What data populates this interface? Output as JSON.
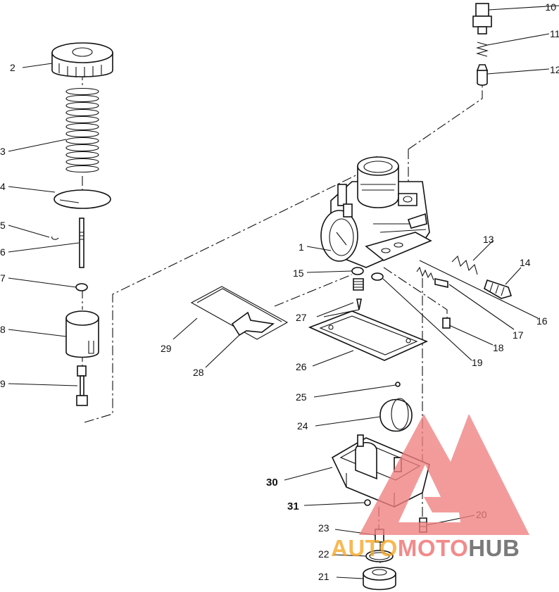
{
  "diagram": {
    "callouts": [
      "1",
      "2",
      "3",
      "4",
      "5",
      "6",
      "7",
      "8",
      "9",
      "10",
      "11",
      "12",
      "13",
      "14",
      "15",
      "16",
      "17",
      "18",
      "19",
      "20",
      "21",
      "22",
      "23",
      "24",
      "25",
      "26",
      "27",
      "28",
      "29",
      "30",
      "31"
    ]
  },
  "watermark": {
    "part1": "AUTO",
    "part2": "MOTO",
    "part3": "HUB",
    "colors": {
      "triangle": "#f08080",
      "auto": "#f5a623",
      "moto": "#ef6b6b",
      "hub": "#555555"
    }
  }
}
